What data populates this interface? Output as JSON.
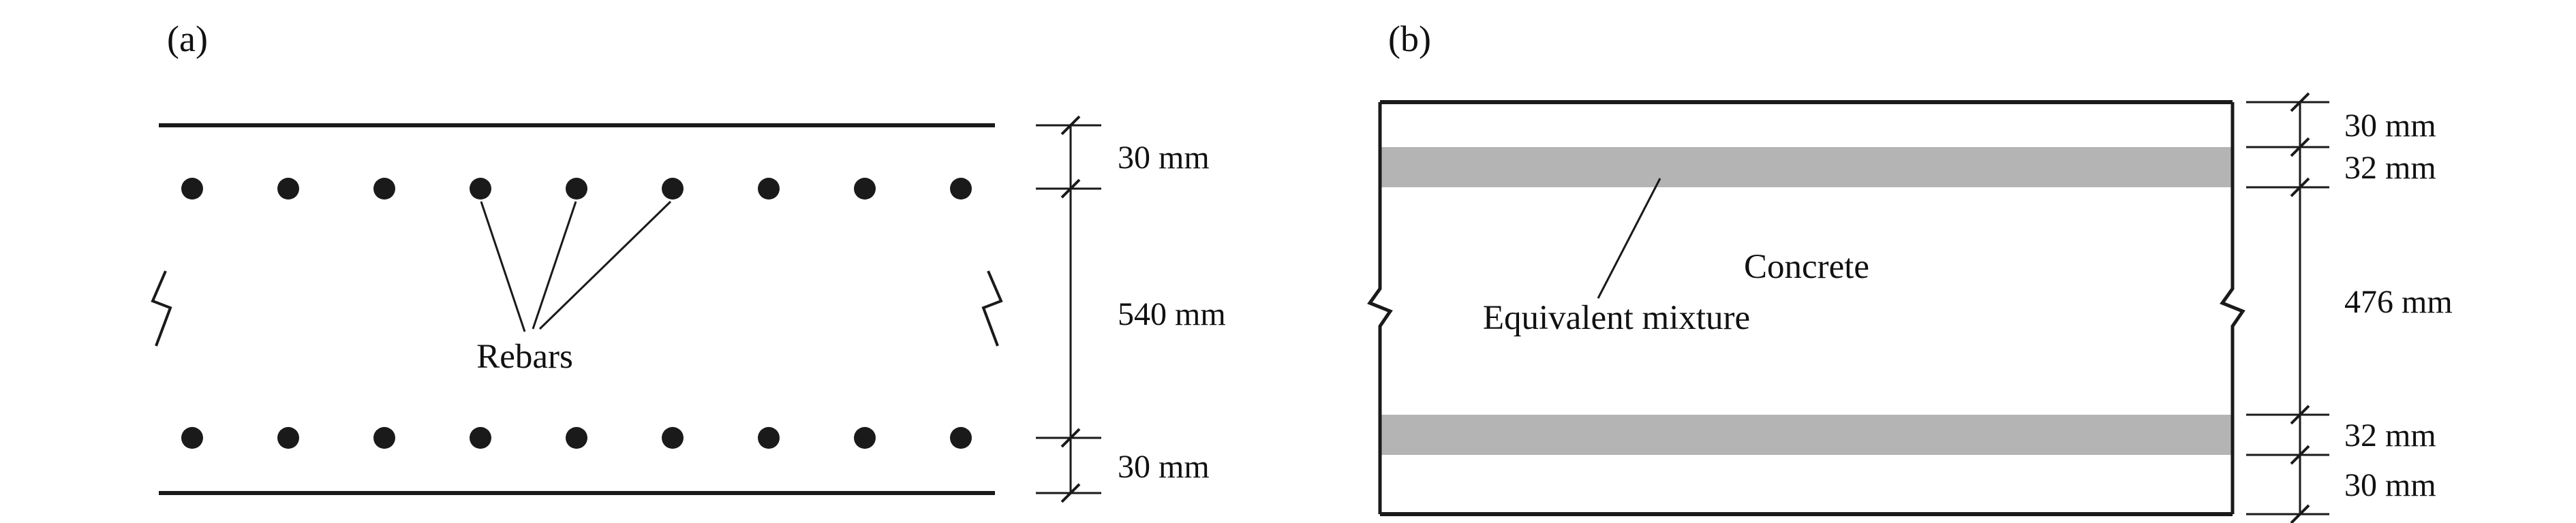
{
  "panel_a": {
    "label": "(a)",
    "rebars_label": "Rebars",
    "rebars_per_row": 9,
    "dim_top": "30 mm",
    "dim_middle": "540 mm",
    "dim_bottom": "30 mm"
  },
  "panel_b": {
    "label": "(b)",
    "concrete_label": "Concrete",
    "mixture_label": "Equivalent mixture",
    "dim_top_cover": "30 mm",
    "dim_top_layer": "32 mm",
    "dim_middle": "476 mm",
    "dim_bottom_layer": "32 mm",
    "dim_bottom_cover": "30 mm"
  },
  "colors": {
    "ink": "#1a1a1a",
    "band": "#b4b4b4",
    "background": "#ffffff"
  }
}
